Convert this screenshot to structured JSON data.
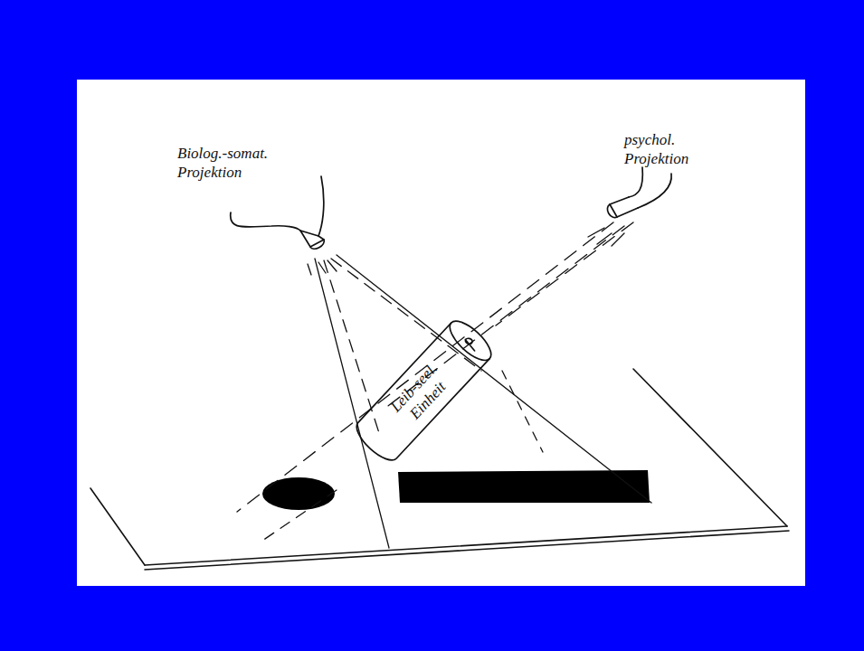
{
  "diagram": {
    "nodes": [
      {
        "text": [
          "Biolog.-somat. Projektion"
        ]
      },
      {
        "text": [
          "psychol. Projektion"
        ]
      },
      {
        "text": [
          "Leib-seel. Einheit"
        ]
      }
    ]
  }
}
